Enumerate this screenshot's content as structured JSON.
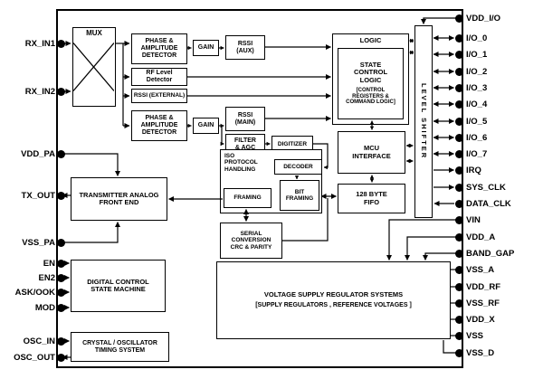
{
  "pins": {
    "left": [
      "RX_IN1",
      "RX_IN2",
      "VDD_PA",
      "TX_OUT",
      "VSS_PA",
      "EN",
      "EN2",
      "ASK/OOK",
      "MOD",
      "OSC_IN",
      "OSC_OUT"
    ],
    "right": [
      "VDD_I/O",
      "I/O_0",
      "I/O_1",
      "I/O_2",
      "I/O_3",
      "I/O_4",
      "I/O_5",
      "I/O_6",
      "I/O_7",
      "IRQ",
      "SYS_CLK",
      "DATA_CLK",
      "VIN",
      "VDD_A",
      "BAND_GAP",
      "VSS_A",
      "VDD_RF",
      "VSS_RF",
      "VDD_X",
      "VSS",
      "VSS_D"
    ]
  },
  "blocks": {
    "mux": "MUX",
    "phase_amplitude_detector_aux": "PHASE & AMPLITUDE DETECTOR",
    "gain_aux": "GAIN",
    "rssi_aux": "RSSI (AUX)",
    "rf_level_detector": "RF Level Detector",
    "rssi_external": "RSSI (EXTERNAL)",
    "phase_amplitude_detector_main": "PHASE & AMPLITUDE DETECTOR",
    "gain_main": "GAIN",
    "rssi_main": "RSSI (MAIN)",
    "filter_agc": "FILTER & AGC",
    "digitizer": "DIGITIZER",
    "logic": "LOGIC",
    "state_control_logic": "STATE CONTROL LOGIC",
    "state_control_logic_sub": "[CONTROL REGISTERS & COMMAND LOGIC]",
    "level_shifter": "LEVEL SHIFTER",
    "mcu_interface": "MCU INTERFACE",
    "iso_protocol_handling": "ISO PROTOCOL HANDLING",
    "decoder": "DECODER",
    "framing": "FRAMING",
    "bit_framing": "BIT FRAMING",
    "fifo": "128 BYTE FIFO",
    "transmitter_afe": "TRANSMITTER ANALOG FRONT END",
    "serial_conversion": "SERIAL CONVERSION CRC & PARITY",
    "digital_control_state_machine": "DIGITAL CONTROL STATE MACHINE",
    "voltage_regulators": "VOLTAGE SUPPLY REGULATOR SYSTEMS",
    "voltage_regulators_sub": "[SUPPLY REGULATORS , REFERENCE VOLTAGES ]",
    "crystal_oscillator": "CRYSTAL / OSCILLATOR TIMING SYSTEM"
  },
  "colors": {
    "line": "#000000",
    "block_fill": "#ffffff",
    "background": "#ffffff"
  }
}
